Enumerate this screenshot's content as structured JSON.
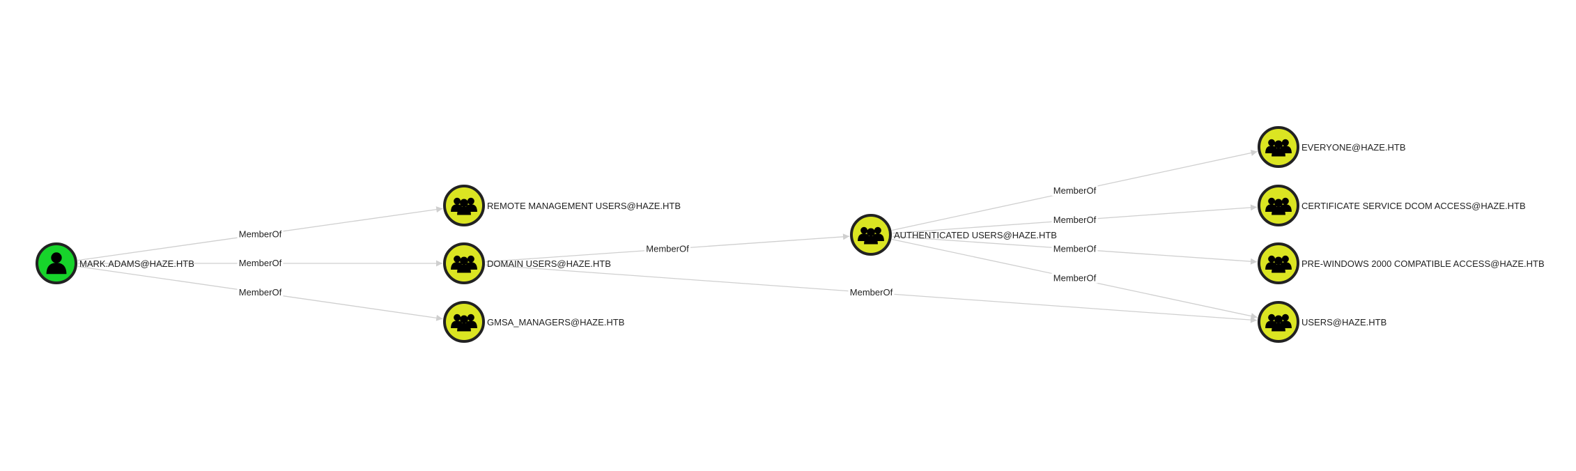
{
  "graph": {
    "colors": {
      "user_node": "#17d42b",
      "group_node": "#dbe522",
      "node_border": "#222222",
      "edge": "#cfcfcf",
      "label": "#222222"
    },
    "nodes": [
      {
        "id": "mark",
        "kind": "user",
        "icon": "user-icon",
        "label": "MARK.ADAMS@HAZE.HTB"
      },
      {
        "id": "remote",
        "kind": "group",
        "icon": "group-icon",
        "label": "REMOTE MANAGEMENT USERS@HAZE.HTB"
      },
      {
        "id": "domain",
        "kind": "group",
        "icon": "group-icon",
        "label": "DOMAIN USERS@HAZE.HTB"
      },
      {
        "id": "gmsa",
        "kind": "group",
        "icon": "group-icon",
        "label": "GMSA_MANAGERS@HAZE.HTB"
      },
      {
        "id": "auth",
        "kind": "group",
        "icon": "group-icon",
        "label": "AUTHENTICATED USERS@HAZE.HTB"
      },
      {
        "id": "everyone",
        "kind": "group",
        "icon": "group-icon",
        "label": "EVERYONE@HAZE.HTB"
      },
      {
        "id": "cert",
        "kind": "group",
        "icon": "group-icon",
        "label": "CERTIFICATE SERVICE DCOM ACCESS@HAZE.HTB"
      },
      {
        "id": "prewin",
        "kind": "group",
        "icon": "group-icon",
        "label": "PRE-WINDOWS 2000 COMPATIBLE ACCESS@HAZE.HTB"
      },
      {
        "id": "users",
        "kind": "group",
        "icon": "group-icon",
        "label": "USERS@HAZE.HTB"
      }
    ],
    "edges": [
      {
        "from": "mark",
        "to": "remote",
        "label": "MemberOf"
      },
      {
        "from": "mark",
        "to": "domain",
        "label": "MemberOf"
      },
      {
        "from": "mark",
        "to": "gmsa",
        "label": "MemberOf"
      },
      {
        "from": "domain",
        "to": "auth",
        "label": "MemberOf"
      },
      {
        "from": "domain",
        "to": "users",
        "label": "MemberOf"
      },
      {
        "from": "auth",
        "to": "everyone",
        "label": "MemberOf"
      },
      {
        "from": "auth",
        "to": "cert",
        "label": "MemberOf"
      },
      {
        "from": "auth",
        "to": "prewin",
        "label": "MemberOf"
      },
      {
        "from": "auth",
        "to": "users",
        "label": "MemberOf"
      }
    ]
  }
}
